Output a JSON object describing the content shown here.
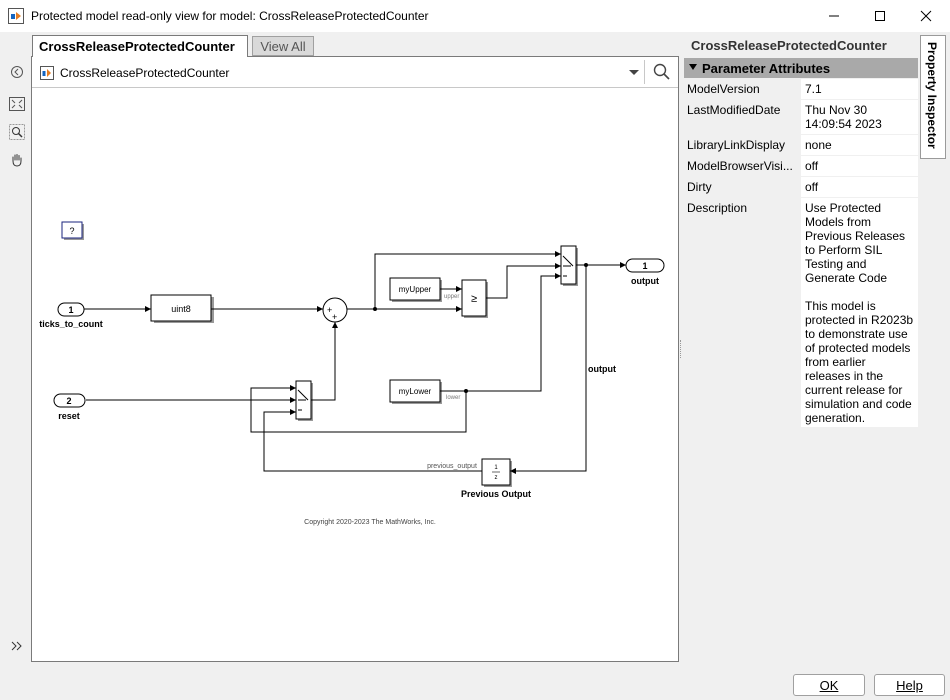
{
  "window": {
    "title": "Protected model read-only view for model: CrossReleaseProtectedCounter"
  },
  "tabs": {
    "active": "CrossReleaseProtectedCounter",
    "view_all": "View All"
  },
  "address": {
    "path": "CrossReleaseProtectedCounter"
  },
  "icons": [
    "app-icon",
    "minimize-icon",
    "maximize-icon",
    "close-icon",
    "back-icon",
    "fit-view-icon",
    "zoom-icon",
    "pan-hand-icon",
    "expand-icon",
    "model-icon",
    "chevron-down-icon",
    "search-icon",
    "help-block-icon"
  ],
  "diagram": {
    "inport1": {
      "number": "1",
      "name": "ticks_to_count"
    },
    "inport2": {
      "number": "2",
      "name": "reset"
    },
    "outport1": {
      "number": "1",
      "name": "output"
    },
    "convert_block": "uint8",
    "sum_signs": {
      "a": "+",
      "b": "+"
    },
    "upper_block": "myUpper",
    "upper_signal": "upper",
    "compare_symbol": "≥",
    "lower_block": "myLower",
    "lower_signal": "lower",
    "output_signal": "output",
    "prev_signal": "previous_output",
    "delay_num": "1",
    "delay_den": "z",
    "delay_name": "Previous Output",
    "help_block": "?",
    "copyright": "Copyright 2020-2023 The MathWorks, Inc."
  },
  "properties": {
    "title": "CrossReleaseProtectedCounter",
    "section": "Parameter Attributes",
    "rows": [
      {
        "key": "ModelVersion",
        "value": "7.1"
      },
      {
        "key": "LastModifiedDate",
        "value": "Thu Nov 30 14:09:54 2023"
      },
      {
        "key": "LibraryLinkDisplay",
        "value": "none"
      },
      {
        "key": "ModelBrowserVisi...",
        "value": "off"
      },
      {
        "key": "Dirty",
        "value": "off"
      },
      {
        "key": "Description",
        "value": "Use Protected Models from Previous Releases to Perform SIL Testing and Generate Code\n\nThis model is protected in R2023b to demonstrate use of protected models from earlier releases in the current release for simulation and code generation."
      }
    ]
  },
  "side_tab": "Property Inspector",
  "buttons": {
    "ok": "OK",
    "help": "Help"
  }
}
